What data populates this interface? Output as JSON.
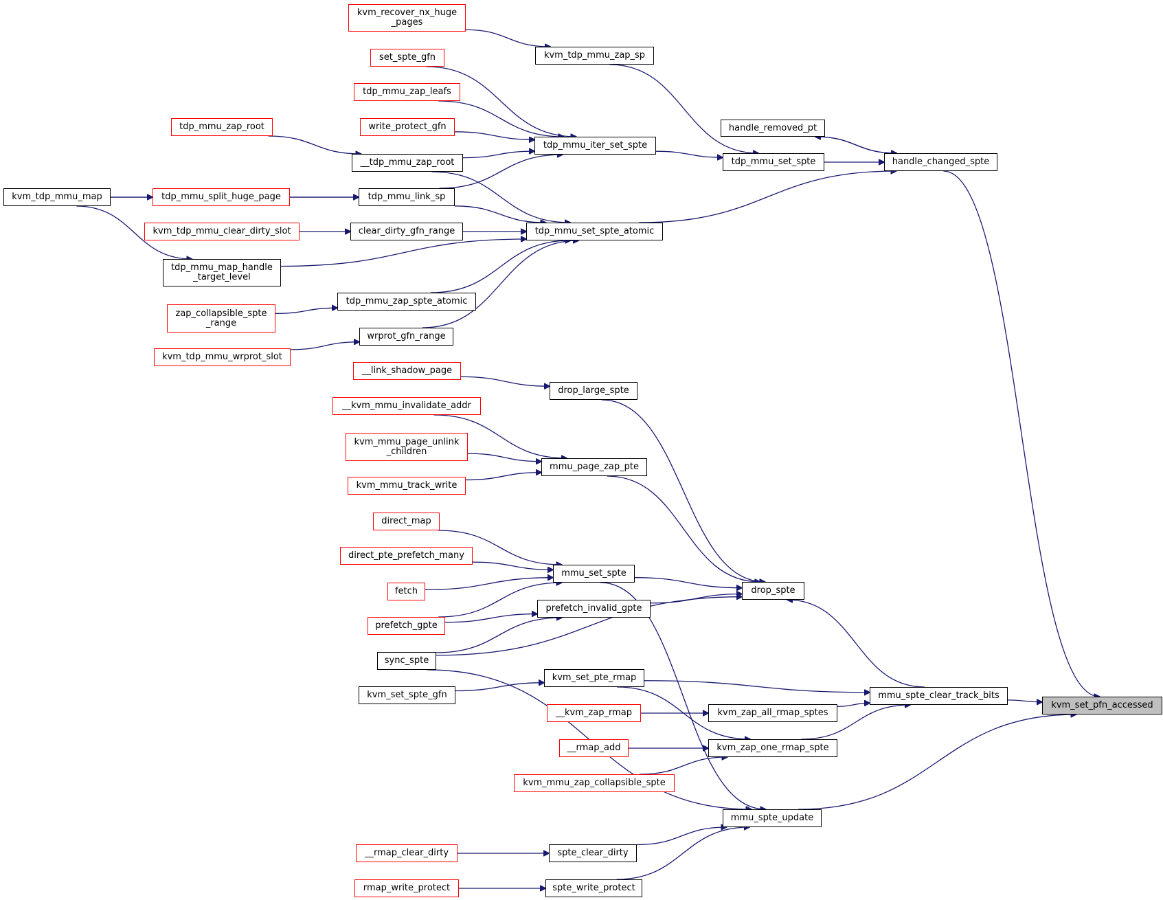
{
  "colors": {
    "edge": "#191970",
    "focus_fill": "#bfbfbf",
    "node_border": "#000000",
    "truncated_border": "#ff0000"
  },
  "nodes": {
    "kvm_set_pfn_accessed": {
      "label": "kvm_set_pfn_accessed",
      "style": "focus"
    },
    "handle_changed_spte": {
      "label": "handle_changed_spte",
      "style": "normal"
    },
    "handle_removed_pt": {
      "label": "handle_removed_pt",
      "style": "normal"
    },
    "tdp_mmu_set_spte": {
      "label": "tdp_mmu_set_spte",
      "style": "normal"
    },
    "kvm_tdp_mmu_zap_sp": {
      "label": "kvm_tdp_mmu_zap_sp",
      "style": "normal"
    },
    "kvm_recover_nx_huge_pages": {
      "label": "kvm_recover_nx_huge\n_pages",
      "style": "truncated"
    },
    "tdp_mmu_iter_set_spte": {
      "label": "tdp_mmu_iter_set_spte",
      "style": "normal"
    },
    "set_spte_gfn": {
      "label": "set_spte_gfn",
      "style": "truncated"
    },
    "tdp_mmu_zap_leafs": {
      "label": "tdp_mmu_zap_leafs",
      "style": "truncated"
    },
    "write_protect_gfn": {
      "label": "write_protect_gfn",
      "style": "truncated"
    },
    "tdp_mmu_zap_root": {
      "label": "tdp_mmu_zap_root",
      "style": "truncated"
    },
    "__tdp_mmu_zap_root": {
      "label": "__tdp_mmu_zap_root",
      "style": "normal"
    },
    "tdp_mmu_link_sp": {
      "label": "tdp_mmu_link_sp",
      "style": "normal"
    },
    "kvm_tdp_mmu_map": {
      "label": "kvm_tdp_mmu_map",
      "style": "normal"
    },
    "tdp_mmu_split_huge_page": {
      "label": "tdp_mmu_split_huge_page",
      "style": "truncated"
    },
    "tdp_mmu_set_spte_atomic": {
      "label": "tdp_mmu_set_spte_atomic",
      "style": "normal"
    },
    "clear_dirty_gfn_range": {
      "label": "clear_dirty_gfn_range",
      "style": "normal"
    },
    "kvm_tdp_mmu_clear_dirty_slot": {
      "label": "kvm_tdp_mmu_clear_dirty_slot",
      "style": "truncated"
    },
    "tdp_mmu_map_handle_target_level": {
      "label": "tdp_mmu_map_handle\n_target_level",
      "style": "normal"
    },
    "tdp_mmu_zap_spte_atomic": {
      "label": "tdp_mmu_zap_spte_atomic",
      "style": "normal"
    },
    "zap_collapsible_spte_range": {
      "label": "zap_collapsible_spte\n_range",
      "style": "truncated"
    },
    "wrprot_gfn_range": {
      "label": "wrprot_gfn_range",
      "style": "normal"
    },
    "kvm_tdp_mmu_wrprot_slot": {
      "label": "kvm_tdp_mmu_wrprot_slot",
      "style": "truncated"
    },
    "__link_shadow_page": {
      "label": "__link_shadow_page",
      "style": "truncated"
    },
    "drop_large_spte": {
      "label": "drop_large_spte",
      "style": "normal"
    },
    "__kvm_mmu_invalidate_addr": {
      "label": "__kvm_mmu_invalidate_addr",
      "style": "truncated"
    },
    "kvm_mmu_page_unlink_children": {
      "label": "kvm_mmu_page_unlink\n_children",
      "style": "truncated"
    },
    "mmu_page_zap_pte": {
      "label": "mmu_page_zap_pte",
      "style": "normal"
    },
    "kvm_mmu_track_write": {
      "label": "kvm_mmu_track_write",
      "style": "truncated"
    },
    "direct_map": {
      "label": "direct_map",
      "style": "truncated"
    },
    "direct_pte_prefetch_many": {
      "label": "direct_pte_prefetch_many",
      "style": "truncated"
    },
    "mmu_set_spte": {
      "label": "mmu_set_spte",
      "style": "normal"
    },
    "fetch": {
      "label": "fetch",
      "style": "truncated"
    },
    "drop_spte": {
      "label": "drop_spte",
      "style": "normal"
    },
    "prefetch_invalid_gpte": {
      "label": "prefetch_invalid_gpte",
      "style": "normal"
    },
    "prefetch_gpte": {
      "label": "prefetch_gpte",
      "style": "truncated"
    },
    "sync_spte": {
      "label": "sync_spte",
      "style": "normal"
    },
    "kvm_set_pte_rmap": {
      "label": "kvm_set_pte_rmap",
      "style": "normal"
    },
    "kvm_set_spte_gfn": {
      "label": "kvm_set_spte_gfn",
      "style": "normal"
    },
    "mmu_spte_clear_track_bits": {
      "label": "mmu_spte_clear_track_bits",
      "style": "normal"
    },
    "__kvm_zap_rmap": {
      "label": "__kvm_zap_rmap",
      "style": "truncated"
    },
    "kvm_zap_all_rmap_sptes": {
      "label": "kvm_zap_all_rmap_sptes",
      "style": "normal"
    },
    "__rmap_add": {
      "label": "__rmap_add",
      "style": "truncated"
    },
    "kvm_zap_one_rmap_spte": {
      "label": "kvm_zap_one_rmap_spte",
      "style": "normal"
    },
    "kvm_mmu_zap_collapsible_spte": {
      "label": "kvm_mmu_zap_collapsible_spte",
      "style": "truncated"
    },
    "mmu_spte_update": {
      "label": "mmu_spte_update",
      "style": "normal"
    },
    "__rmap_clear_dirty": {
      "label": "__rmap_clear_dirty",
      "style": "truncated"
    },
    "spte_clear_dirty": {
      "label": "spte_clear_dirty",
      "style": "normal"
    },
    "rmap_write_protect": {
      "label": "rmap_write_protect",
      "style": "truncated"
    },
    "spte_write_protect": {
      "label": "spte_write_protect",
      "style": "normal"
    }
  },
  "edges": [
    [
      "handle_changed_spte",
      "kvm_set_pfn_accessed"
    ],
    [
      "mmu_spte_clear_track_bits",
      "kvm_set_pfn_accessed"
    ],
    [
      "mmu_spte_update",
      "kvm_set_pfn_accessed"
    ],
    [
      "handle_removed_pt",
      "handle_changed_spte"
    ],
    [
      "handle_changed_spte",
      "handle_removed_pt"
    ],
    [
      "tdp_mmu_set_spte",
      "handle_changed_spte"
    ],
    [
      "tdp_mmu_set_spte_atomic",
      "handle_changed_spte"
    ],
    [
      "kvm_tdp_mmu_zap_sp",
      "tdp_mmu_set_spte"
    ],
    [
      "tdp_mmu_iter_set_spte",
      "tdp_mmu_set_spte"
    ],
    [
      "kvm_recover_nx_huge_pages",
      "kvm_tdp_mmu_zap_sp"
    ],
    [
      "set_spte_gfn",
      "tdp_mmu_iter_set_spte"
    ],
    [
      "tdp_mmu_zap_leafs",
      "tdp_mmu_iter_set_spte"
    ],
    [
      "write_protect_gfn",
      "tdp_mmu_iter_set_spte"
    ],
    [
      "__tdp_mmu_zap_root",
      "tdp_mmu_iter_set_spte"
    ],
    [
      "tdp_mmu_link_sp",
      "tdp_mmu_iter_set_spte"
    ],
    [
      "tdp_mmu_zap_root",
      "__tdp_mmu_zap_root"
    ],
    [
      "__tdp_mmu_zap_root",
      "tdp_mmu_set_spte_atomic"
    ],
    [
      "tdp_mmu_link_sp",
      "tdp_mmu_set_spte_atomic"
    ],
    [
      "clear_dirty_gfn_range",
      "tdp_mmu_set_spte_atomic"
    ],
    [
      "tdp_mmu_map_handle_target_level",
      "tdp_mmu_set_spte_atomic"
    ],
    [
      "tdp_mmu_zap_spte_atomic",
      "tdp_mmu_set_spte_atomic"
    ],
    [
      "wrprot_gfn_range",
      "tdp_mmu_set_spte_atomic"
    ],
    [
      "kvm_tdp_mmu_map",
      "tdp_mmu_link_sp"
    ],
    [
      "tdp_mmu_split_huge_page",
      "tdp_mmu_link_sp"
    ],
    [
      "kvm_tdp_mmu_map",
      "tdp_mmu_split_huge_page"
    ],
    [
      "kvm_tdp_mmu_map",
      "tdp_mmu_map_handle_target_level"
    ],
    [
      "kvm_tdp_mmu_clear_dirty_slot",
      "clear_dirty_gfn_range"
    ],
    [
      "zap_collapsible_spte_range",
      "tdp_mmu_zap_spte_atomic"
    ],
    [
      "kvm_tdp_mmu_wrprot_slot",
      "wrprot_gfn_range"
    ],
    [
      "mmu_spte_clear_track_bits",
      "drop_spte"
    ],
    [
      "kvm_set_pte_rmap",
      "mmu_spte_clear_track_bits"
    ],
    [
      "kvm_zap_all_rmap_sptes",
      "mmu_spte_clear_track_bits"
    ],
    [
      "kvm_zap_one_rmap_spte",
      "mmu_spte_clear_track_bits"
    ],
    [
      "drop_large_spte",
      "drop_spte"
    ],
    [
      "mmu_page_zap_pte",
      "drop_spte"
    ],
    [
      "mmu_set_spte",
      "drop_spte"
    ],
    [
      "prefetch_invalid_gpte",
      "drop_spte"
    ],
    [
      "sync_spte",
      "drop_spte"
    ],
    [
      "__link_shadow_page",
      "drop_large_spte"
    ],
    [
      "__kvm_mmu_invalidate_addr",
      "mmu_page_zap_pte"
    ],
    [
      "kvm_mmu_page_unlink_children",
      "mmu_page_zap_pte"
    ],
    [
      "kvm_mmu_track_write",
      "mmu_page_zap_pte"
    ],
    [
      "direct_map",
      "mmu_set_spte"
    ],
    [
      "direct_pte_prefetch_many",
      "mmu_set_spte"
    ],
    [
      "fetch",
      "mmu_set_spte"
    ],
    [
      "prefetch_gpte",
      "mmu_set_spte"
    ],
    [
      "prefetch_gpte",
      "prefetch_invalid_gpte"
    ],
    [
      "sync_spte",
      "prefetch_invalid_gpte"
    ],
    [
      "kvm_set_spte_gfn",
      "kvm_set_pte_rmap"
    ],
    [
      "__kvm_zap_rmap",
      "kvm_zap_all_rmap_sptes"
    ],
    [
      "__rmap_add",
      "kvm_zap_one_rmap_spte"
    ],
    [
      "kvm_set_pte_rmap",
      "kvm_zap_one_rmap_spte"
    ],
    [
      "kvm_mmu_zap_collapsible_spte",
      "kvm_zap_one_rmap_spte"
    ],
    [
      "mmu_set_spte",
      "mmu_spte_update"
    ],
    [
      "sync_spte",
      "mmu_spte_update"
    ],
    [
      "spte_clear_dirty",
      "mmu_spte_update"
    ],
    [
      "spte_write_protect",
      "mmu_spte_update"
    ],
    [
      "__rmap_clear_dirty",
      "spte_clear_dirty"
    ],
    [
      "rmap_write_protect",
      "spte_write_protect"
    ]
  ]
}
